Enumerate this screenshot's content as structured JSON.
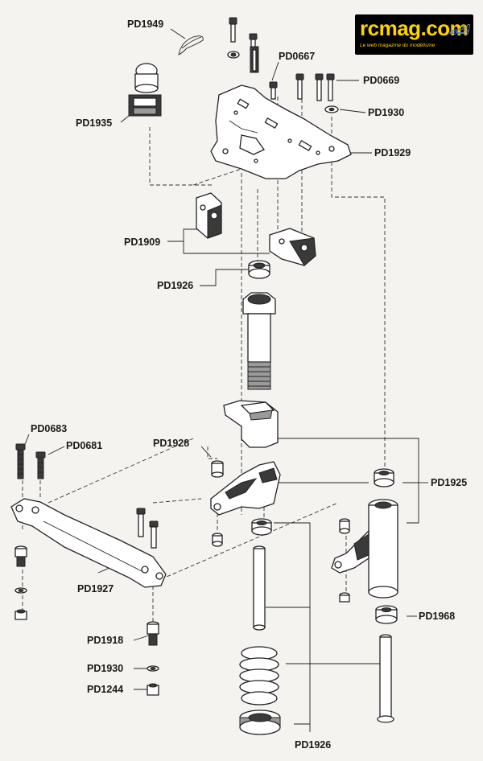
{
  "logo": {
    "name": "rcmag.com",
    "tagline": "Le web magazine du modélisme",
    "icon": "rc-car-icon"
  },
  "labels": {
    "pd1949": "PD1949",
    "pd1935": "PD1935",
    "pd0667": "PD0667",
    "pd0669": "PD0669",
    "pd1930_top": "PD1930",
    "pd1929": "PD1929",
    "pd1909": "PD1909",
    "pd1926_top": "PD1926",
    "pd0683": "PD0683",
    "pd0681": "PD0681",
    "pd1928": "PD1928",
    "pd1925": "PD1925",
    "pd1927": "PD1927",
    "pd1968": "PD1968",
    "pd1918": "PD1918",
    "pd1930_bottom": "PD1930",
    "pd1244": "PD1244",
    "pd1926_bottom": "PD1926"
  }
}
